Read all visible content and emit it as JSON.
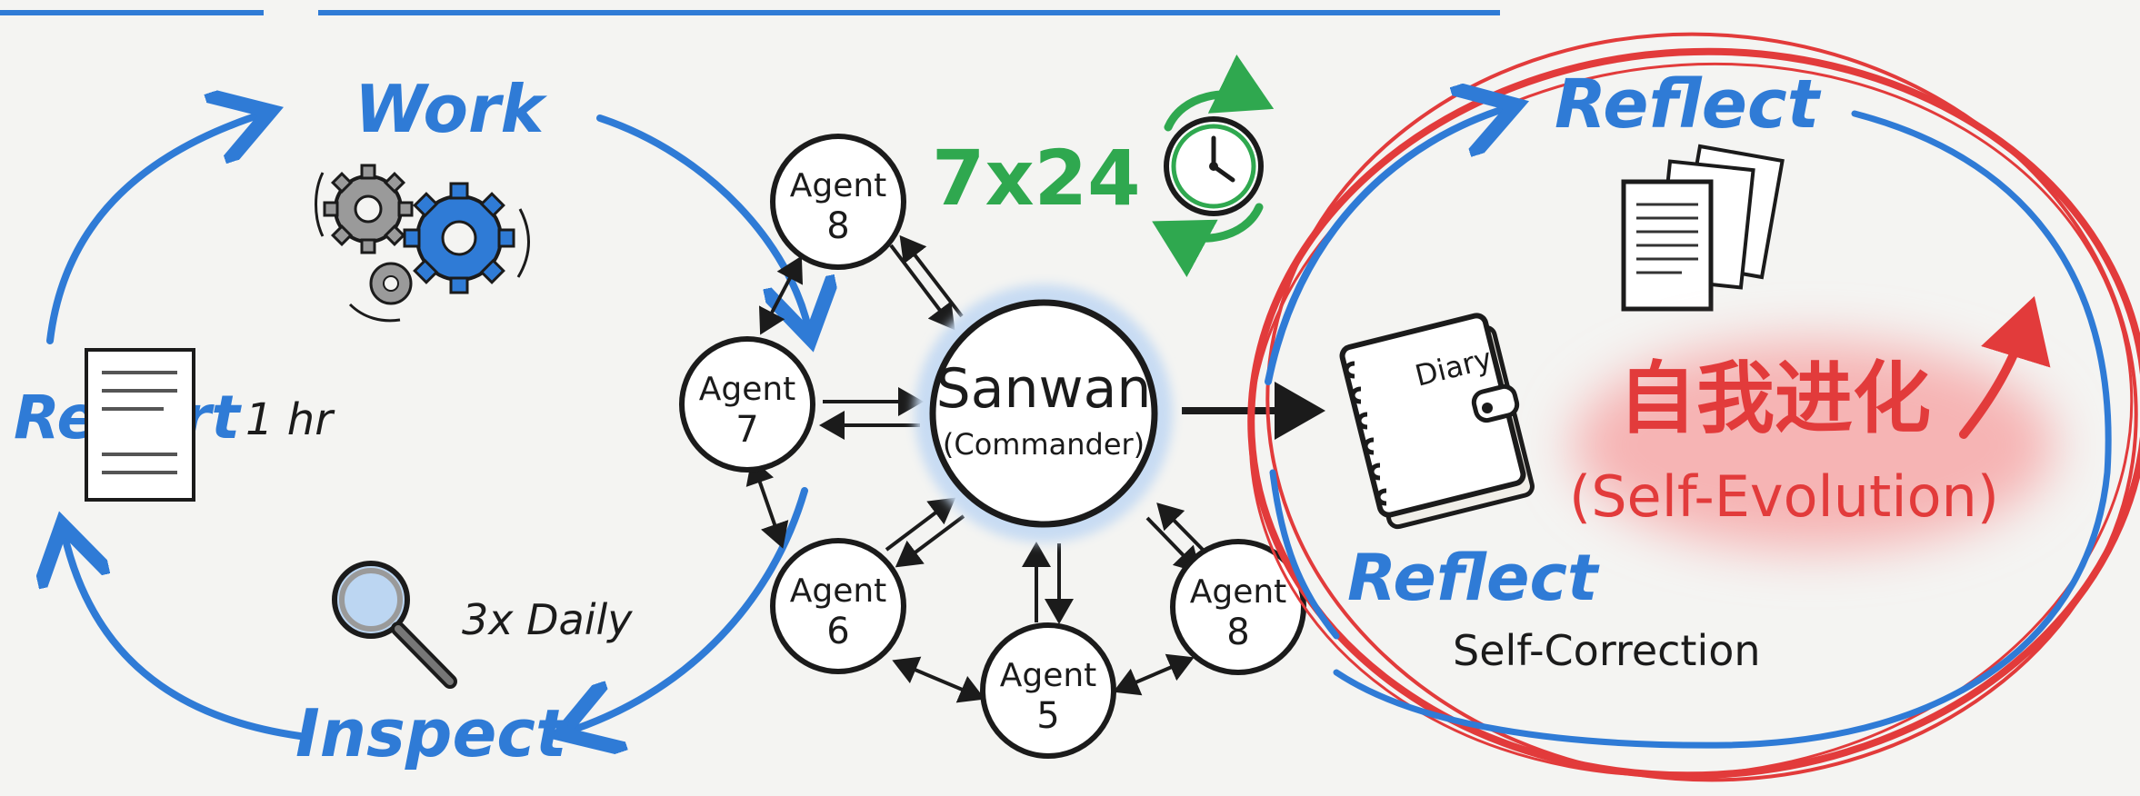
{
  "colors": {
    "blue": "#2f7bd6",
    "red": "#e23b3b",
    "green": "#2fa84f",
    "ink": "#1b1b1b",
    "board": "#f4f4f2"
  },
  "cycle": {
    "work": "Work",
    "report": "Report",
    "report_freq": "1 hr",
    "inspect": "Inspect",
    "inspect_freq": "3x Daily"
  },
  "network": {
    "uptime": "7x24",
    "commander_name": "Sanwan",
    "commander_role": "(Commander)",
    "agents": [
      {
        "word": "Agent",
        "num": "8"
      },
      {
        "word": "Agent",
        "num": "7"
      },
      {
        "word": "Agent",
        "num": "6"
      },
      {
        "word": "Agent",
        "num": "5"
      },
      {
        "word": "Agent",
        "num": "8"
      }
    ]
  },
  "evolution": {
    "reflect_top": "Reflect",
    "diary": "Diary",
    "zh": "自我进化",
    "en": "(Self-Evolution)",
    "reflect_bottom": "Reflect",
    "correction": "Self-Correction"
  },
  "icons": [
    "gears-icon",
    "document-icon",
    "magnifier-icon",
    "clock-icon",
    "diary-icon",
    "papers-icon"
  ]
}
